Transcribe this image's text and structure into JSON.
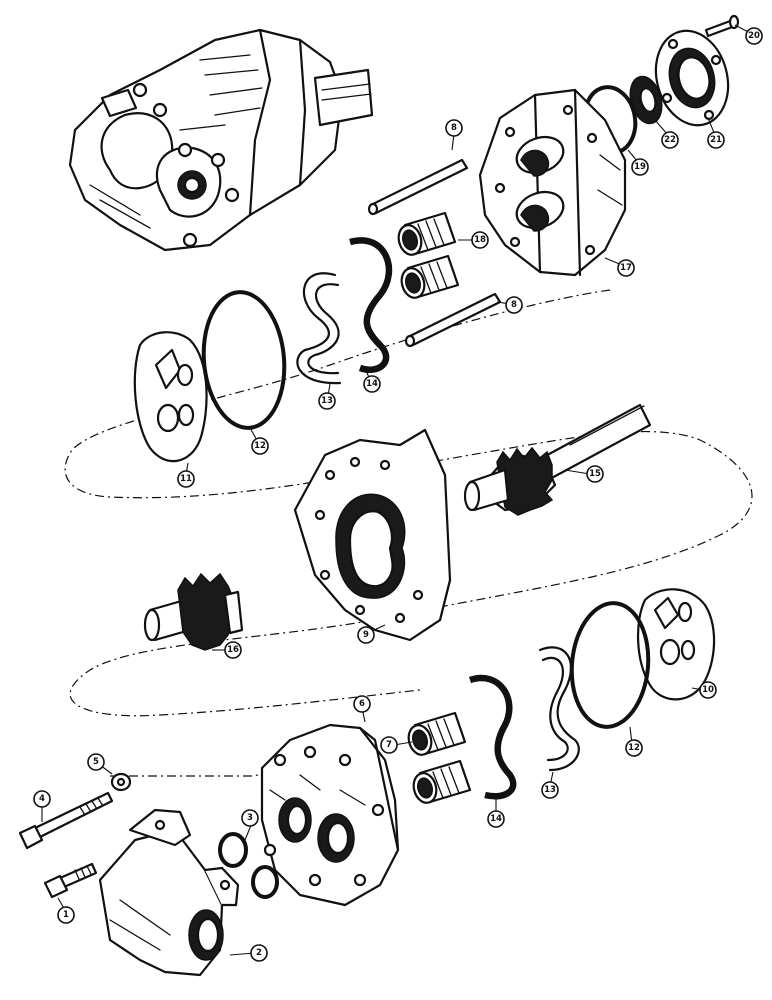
{
  "callouts": [
    {
      "id": "c1",
      "label": "1"
    },
    {
      "id": "c2",
      "label": "2"
    },
    {
      "id": "c3",
      "label": "3"
    },
    {
      "id": "c4",
      "label": "4"
    },
    {
      "id": "c5",
      "label": "5"
    },
    {
      "id": "c6",
      "label": "6"
    },
    {
      "id": "c7",
      "label": "7"
    },
    {
      "id": "c8a",
      "label": "8"
    },
    {
      "id": "c8b",
      "label": "8"
    },
    {
      "id": "c9",
      "label": "9"
    },
    {
      "id": "c10",
      "label": "10"
    },
    {
      "id": "c11",
      "label": "11"
    },
    {
      "id": "c12a",
      "label": "12"
    },
    {
      "id": "c12b",
      "label": "12"
    },
    {
      "id": "c13a",
      "label": "13"
    },
    {
      "id": "c13b",
      "label": "13"
    },
    {
      "id": "c14a",
      "label": "14"
    },
    {
      "id": "c14b",
      "label": "14"
    },
    {
      "id": "c15",
      "label": "15"
    },
    {
      "id": "c16",
      "label": "16"
    },
    {
      "id": "c17",
      "label": "17"
    },
    {
      "id": "c18",
      "label": "18"
    },
    {
      "id": "c19",
      "label": "19"
    },
    {
      "id": "c20",
      "label": "20"
    },
    {
      "id": "c21",
      "label": "21"
    },
    {
      "id": "c22",
      "label": "22"
    }
  ]
}
